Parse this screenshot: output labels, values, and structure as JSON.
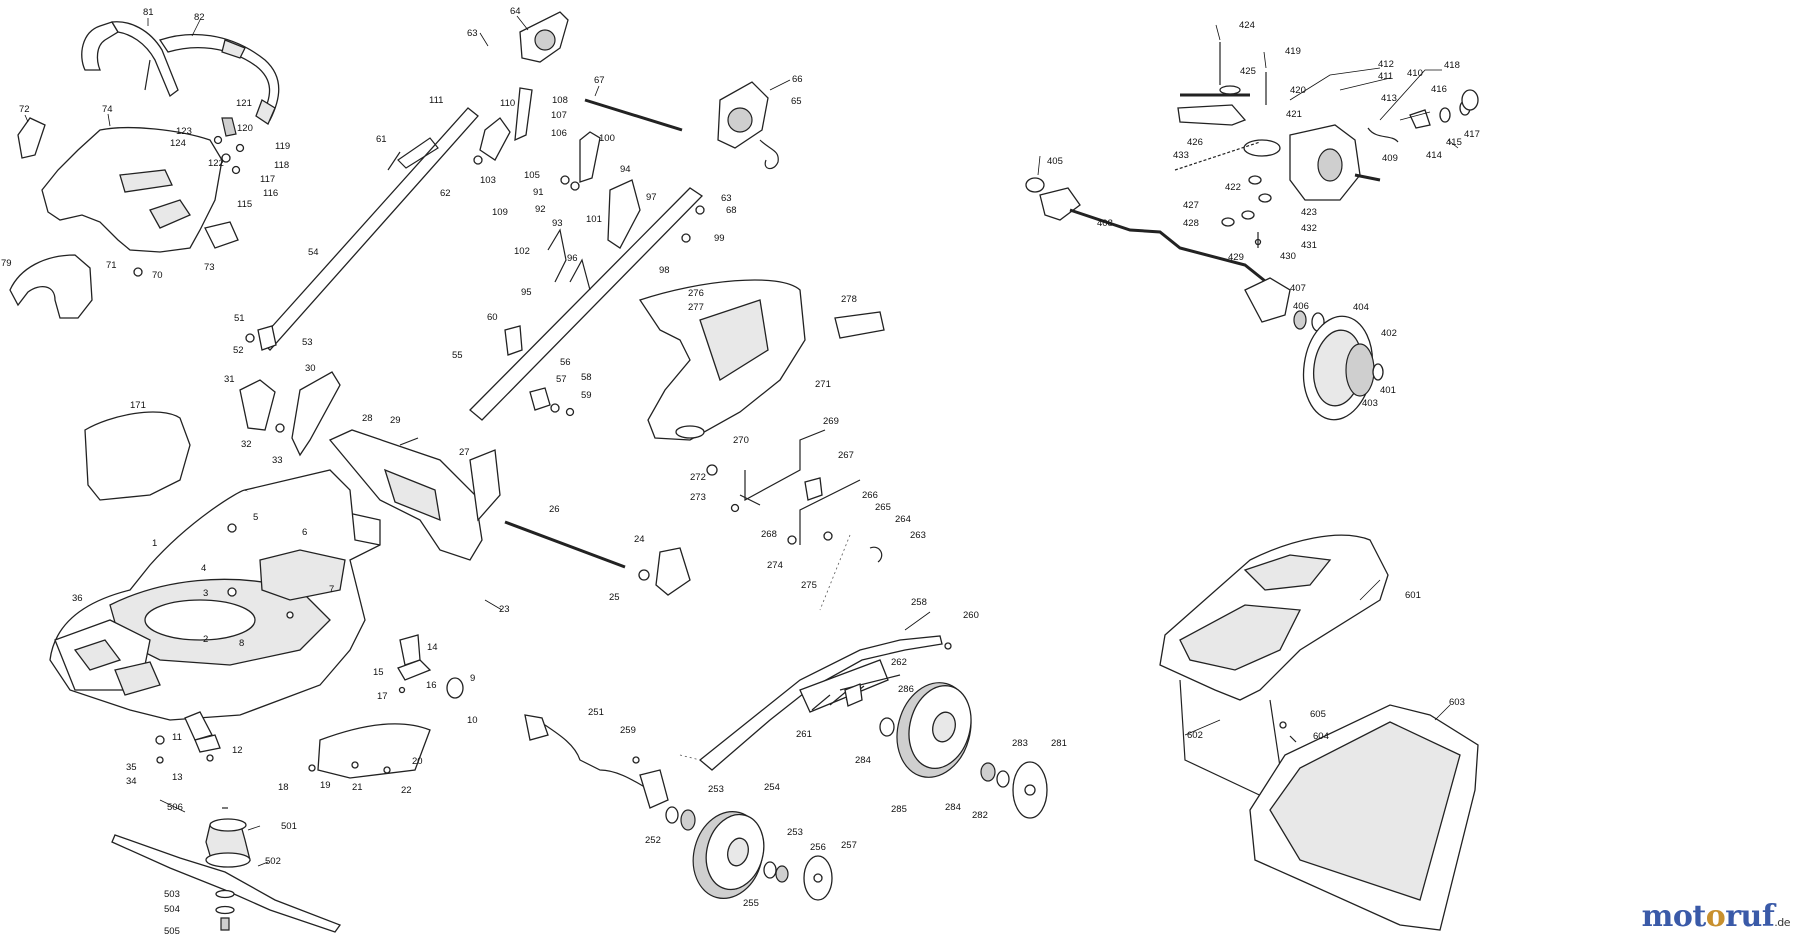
{
  "logo": {
    "part1": "mot",
    "part2": "o",
    "part3": "ruf",
    "suffix": ".de"
  },
  "labels": {
    "l81": "81",
    "l82": "82",
    "l72": "72",
    "l74": "74",
    "l121": "121",
    "l120": "120",
    "l123": "123",
    "l124": "124",
    "l122": "122",
    "l119": "119",
    "l118": "118",
    "l117": "117",
    "l116": "116",
    "l115": "115",
    "l73": "73",
    "l71": "71",
    "l70": "70",
    "l79": "79",
    "l64": "64",
    "l63": "63",
    "l111": "111",
    "l61": "61",
    "l62": "62",
    "l110": "110",
    "l108": "108",
    "l107": "107",
    "l106": "106",
    "l105": "105",
    "l103": "103",
    "l109": "109",
    "l91": "91",
    "l92": "92",
    "l93": "93",
    "l100": "100",
    "l94": "94",
    "l101": "101",
    "l97": "97",
    "l67": "67",
    "l66": "66",
    "l65": "65",
    "l63b": "63",
    "l68": "68",
    "l99": "99",
    "l98": "98",
    "l54": "54",
    "l102": "102",
    "l96": "96",
    "l95": "95",
    "l51": "51",
    "l52": "52",
    "l53": "53",
    "l60": "60",
    "l55": "55",
    "l56": "56",
    "l57": "57",
    "l58": "58",
    "l59": "59",
    "l276": "276",
    "l277": "277",
    "l278": "278",
    "l271": "271",
    "l269": "269",
    "l270": "270",
    "l267": "267",
    "l272": "272",
    "l273": "273",
    "l266": "266",
    "l265": "265",
    "l264": "264",
    "l263": "263",
    "l268": "268",
    "l274": "274",
    "l275": "275",
    "l31": "31",
    "l30": "30",
    "l171": "171",
    "l32": "32",
    "l28": "28",
    "l29": "29",
    "l27": "27",
    "l33": "33",
    "l26": "26",
    "l24": "24",
    "l25": "25",
    "l23": "23",
    "l1": "1",
    "l5": "5",
    "l6": "6",
    "l4": "4",
    "l3": "3",
    "l7": "7",
    "l36": "36",
    "l2": "2",
    "l8": "8",
    "l14": "14",
    "l15": "15",
    "l16": "16",
    "l17": "17",
    "l9": "9",
    "l10": "10",
    "l11": "11",
    "l12": "12",
    "l35": "35",
    "l34": "34",
    "l13": "13",
    "l20": "20",
    "l18": "18",
    "l19": "19",
    "l21": "21",
    "l22": "22",
    "l506": "506",
    "l501": "501",
    "l502": "502",
    "l503": "503",
    "l504": "504",
    "l505": "505",
    "l258": "258",
    "l260": "260",
    "l262": "262",
    "l251": "251",
    "l259": "259",
    "l261": "261",
    "l286": "286",
    "l284": "284",
    "l283": "283",
    "l281": "281",
    "l284b": "284",
    "l285": "285",
    "l282": "282",
    "l253": "253",
    "l254": "254",
    "l252": "252",
    "l253b": "253",
    "l256": "256",
    "l257": "257",
    "l255": "255",
    "l424": "424",
    "l419": "419",
    "l412": "412",
    "l411": "411",
    "l410": "410",
    "l425": "425",
    "l420": "420",
    "l413": "413",
    "l418": "418",
    "l416": "416",
    "l421": "421",
    "l405": "405",
    "l426": "426",
    "l433": "433",
    "l414": "414",
    "l415": "415",
    "l417": "417",
    "l409": "409",
    "l422": "422",
    "l427": "427",
    "l423": "423",
    "l428": "428",
    "l432": "432",
    "l431": "431",
    "l429": "429",
    "l430": "430",
    "l408": "408",
    "l407": "407",
    "l406": "406",
    "l404": "404",
    "l402": "402",
    "l401": "401",
    "l403": "403",
    "l601": "601",
    "l605": "605",
    "l604": "604",
    "l602": "602",
    "l603": "603"
  }
}
